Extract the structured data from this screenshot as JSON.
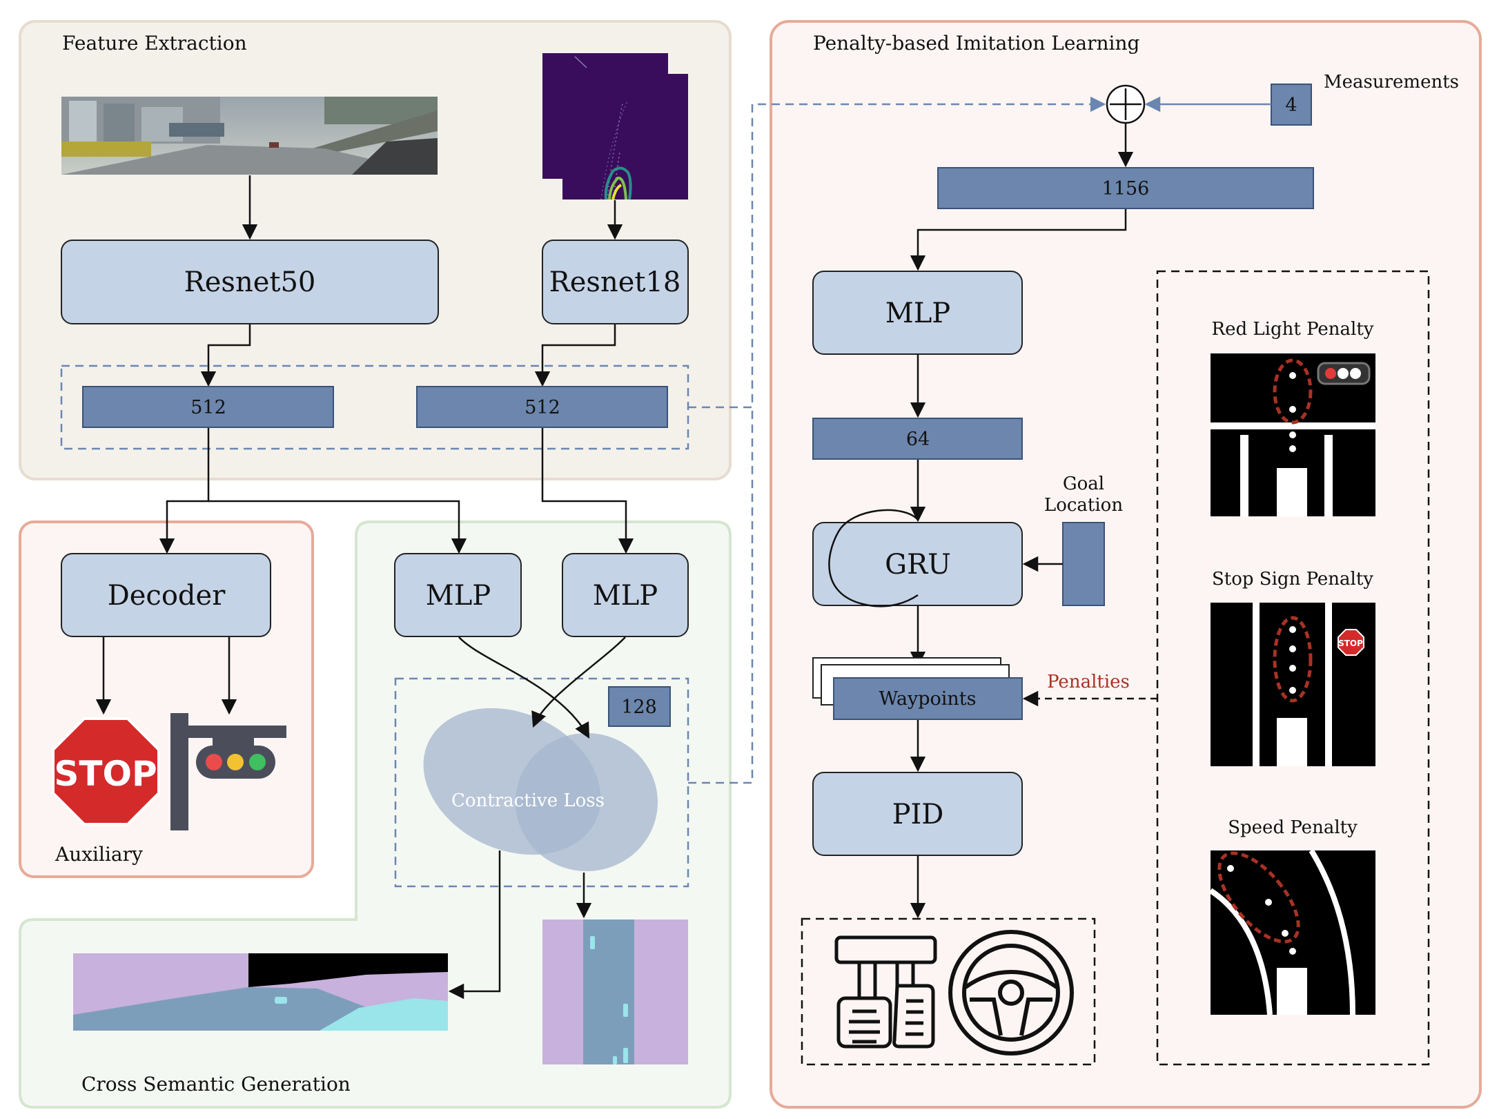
{
  "sections": {
    "feature_extraction": "Feature Extraction",
    "penalty_imitation": "Penalty-based Imitation Learning",
    "auxiliary": "Auxiliary",
    "cross_semantic": "Cross Semantic Generation"
  },
  "blocks": {
    "resnet50": "Resnet50",
    "resnet18": "Resnet18",
    "decoder": "Decoder",
    "mlp_left": "MLP",
    "mlp_right": "MLP",
    "mlp_main": "MLP",
    "gru": "GRU",
    "pid": "PID"
  },
  "features": {
    "f512_left": "512",
    "f512_right": "512",
    "f128": "128",
    "f1156": "1156",
    "f64": "64",
    "measure_value": "4",
    "waypoints": "Waypoints"
  },
  "labels": {
    "measurements": "Measurements",
    "goal_line1": "Goal",
    "goal_line2": "Location",
    "penalties": "Penalties",
    "contractive_loss": "Contractive Loss",
    "red_light_penalty": "Red Light Penalty",
    "stop_sign_penalty": "Stop Sign Penalty",
    "speed_penalty": "Speed Penalty",
    "stop_sign_text": "STOP",
    "small_stop_text": "STOP"
  },
  "colors": {
    "block_fill": "#c5d3e6",
    "feature_fill": "#6c86ad",
    "feature_stroke": "#3a5277",
    "penalty_red": "#a83224",
    "dashed_blue": "#6a86b0",
    "feature_panel": "#f4f1eb",
    "penalty_panel": "#fcf5f3",
    "cross_panel": "#f4f8f3",
    "semantic_purple": "#c8b1dc",
    "semantic_road": "#7d9ebb",
    "semantic_cyan": "#9ae5ea",
    "lidar_bg": "#3a0d5c"
  }
}
